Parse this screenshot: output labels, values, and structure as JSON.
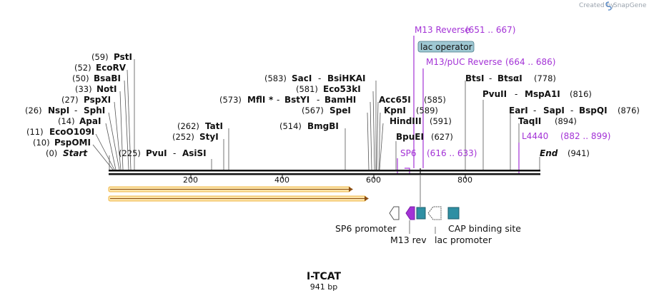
{
  "credit": {
    "prefix": "Created by",
    "brand": "SnapGene"
  },
  "title": "I-TCAT",
  "subtitle": "941 bp",
  "ruler": {
    "ticks": [
      "200",
      "400",
      "600",
      "800"
    ]
  },
  "sites_left": [
    {
      "pos": "(0)",
      "name": "Start"
    },
    {
      "pos": "(10)",
      "name": "PspOMI"
    },
    {
      "pos": "(11)",
      "name": "EcoO109I"
    },
    {
      "pos": "(14)",
      "name": "ApaI"
    },
    {
      "pos": "(26)",
      "name": "NspI",
      "extra": "SphI"
    },
    {
      "pos": "(27)",
      "name": "PspXI"
    },
    {
      "pos": "(33)",
      "name": "NotI"
    },
    {
      "pos": "(50)",
      "name": "BsaBI"
    },
    {
      "pos": "(52)",
      "name": "EcoRV"
    },
    {
      "pos": "(59)",
      "name": "PstI"
    }
  ],
  "sites_mid": [
    {
      "pos": "(225)",
      "name": "PvuI",
      "extra": "AsiSI"
    },
    {
      "pos": "(252)",
      "name": "StyI"
    },
    {
      "pos": "(262)",
      "name": "TatI"
    },
    {
      "pos": "(514)",
      "name": "BmgBI"
    },
    {
      "pos": "(567)",
      "name": "SpeI"
    },
    {
      "pos": "(573)",
      "name": "MflI",
      "star": "*",
      "extra": "BstYI",
      "extra2": "BamHI"
    },
    {
      "pos": "(581)",
      "name": "Eco53kI"
    },
    {
      "pos": "(583)",
      "name": "SacI",
      "extra": "BsiHKAI"
    }
  ],
  "sites_right": [
    {
      "pos": "(585)",
      "name": "Acc65I"
    },
    {
      "pos": "(589)",
      "name": "KpnI"
    },
    {
      "pos": "(591)",
      "name": "HindIII"
    },
    {
      "pos": "(627)",
      "name": "BpuEI"
    },
    {
      "pos": "(778)",
      "name": "BtsI",
      "extra": "BtsαI"
    },
    {
      "pos": "(816)",
      "name": "PvuII",
      "extra": "MspA1I"
    },
    {
      "pos": "(876)",
      "name": "EarI",
      "extra": "SapI",
      "extra2": "BspQI"
    },
    {
      "pos": "(894)",
      "name": "TaqII"
    },
    {
      "pos": "(941)",
      "name": "End"
    }
  ],
  "primers": [
    {
      "name": "M13 Reverse",
      "range": "(651 .. 667)"
    },
    {
      "name": "M13/pUC Reverse",
      "range": "(664 .. 686)"
    },
    {
      "name": "L4440",
      "range": "(882 .. 899)"
    },
    {
      "name": "SP6",
      "range": "(616 .. 633)"
    }
  ],
  "operator": {
    "label": "lac operator"
  },
  "features": {
    "sp6_promoter": "SP6 promoter",
    "m13_rev": "M13 rev",
    "lac_promoter": "lac promoter",
    "cap_site": "CAP binding site"
  },
  "colors": {
    "primer": "#a332d6",
    "orf": "#f0b84a",
    "operator": "#9fc8d3",
    "site": "#2f8fa3"
  }
}
